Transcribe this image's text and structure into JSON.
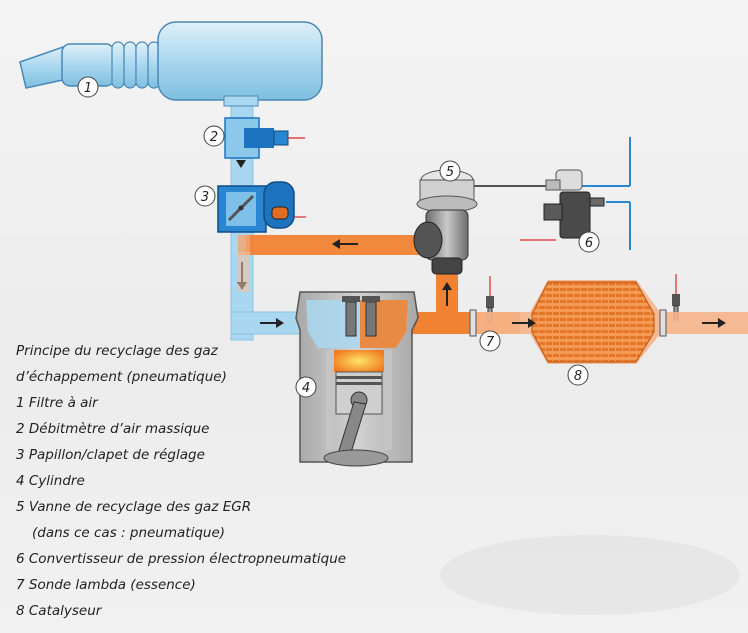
{
  "callouts": [
    "1",
    "2",
    "3",
    "4",
    "5",
    "6",
    "7",
    "8"
  ],
  "legend": {
    "title_line1": "Principe du recyclage des gaz",
    "title_line2": "d’échappement (pneumatique)",
    "item1": "1  Filtre à air",
    "item2": "2 Débitmètre d’air massique",
    "item3": "3 Papillon/clapet de réglage",
    "item4": "4 Cylindre",
    "item5": "5  Vanne de recyclage des gaz EGR",
    "item5_cont": "(dans ce cas : pneumatique)",
    "item6": "6 Convertisseur de pression électropneumatique",
    "item7": "7 Sonde lambda (essence)",
    "item8": "8 Catalyseur"
  },
  "colors": {
    "intake_air": "#a9d7ef",
    "exhaust_gas": "#f08232",
    "component_blue": "#1e73be",
    "engine_gray": "#bdbdbd",
    "signal_line": "#d62b2b"
  }
}
